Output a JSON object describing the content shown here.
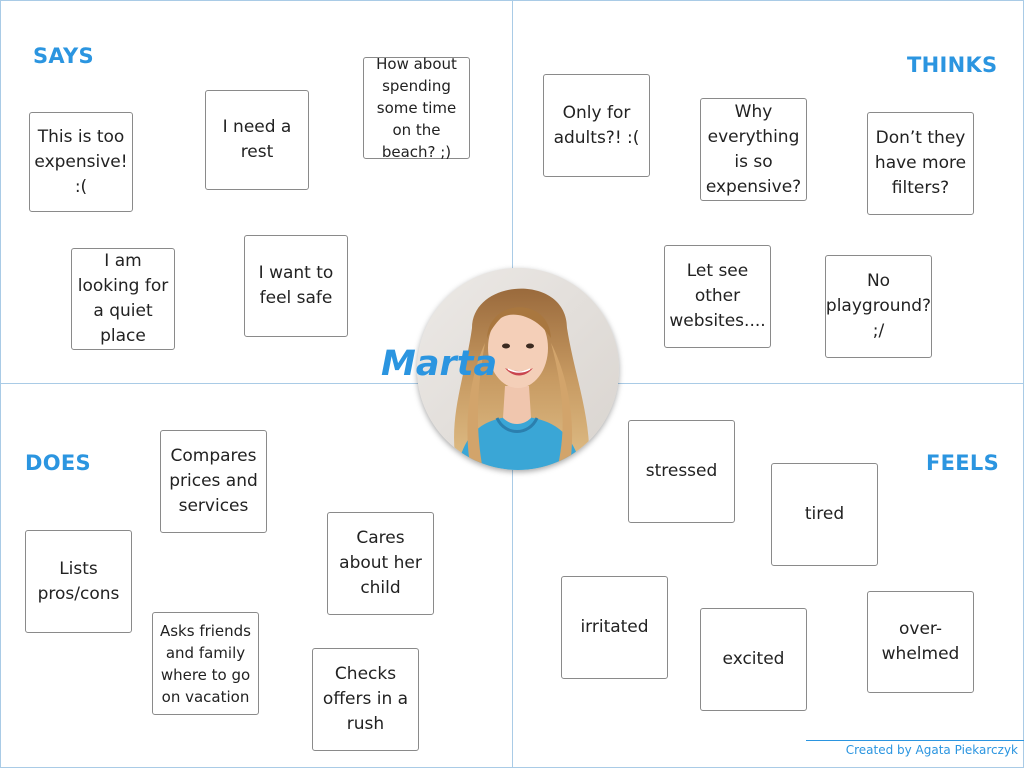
{
  "quadrants": {
    "says": "SAYS",
    "thinks": "THINKS",
    "does": "DOES",
    "feels": "FEELS"
  },
  "persona": {
    "name": "Marta"
  },
  "says": [
    "How about spending some time on the beach? ;)",
    "I need a rest",
    "This is too expensive! :(",
    "I am looking for a quiet place",
    "I want to feel safe"
  ],
  "thinks": [
    "Only for adults?! :(",
    "Why everything is so expensive?",
    "Don’t they have more filters?",
    "Let see other websites....",
    "No playground? ;/"
  ],
  "does": [
    "Compares prices and services",
    "Lists pros/cons",
    "Cares about her child",
    "Asks friends and family where to go on vacation",
    "Checks offers in a rush"
  ],
  "feels": [
    "stressed",
    "tired",
    "irritated",
    "excited",
    "over-whelmed"
  ],
  "credit": "Created by Agata Piekarczyk",
  "colors": {
    "accent": "#2b95e0",
    "grid": "#a9cbe6",
    "note_border": "#8a8a8a"
  }
}
